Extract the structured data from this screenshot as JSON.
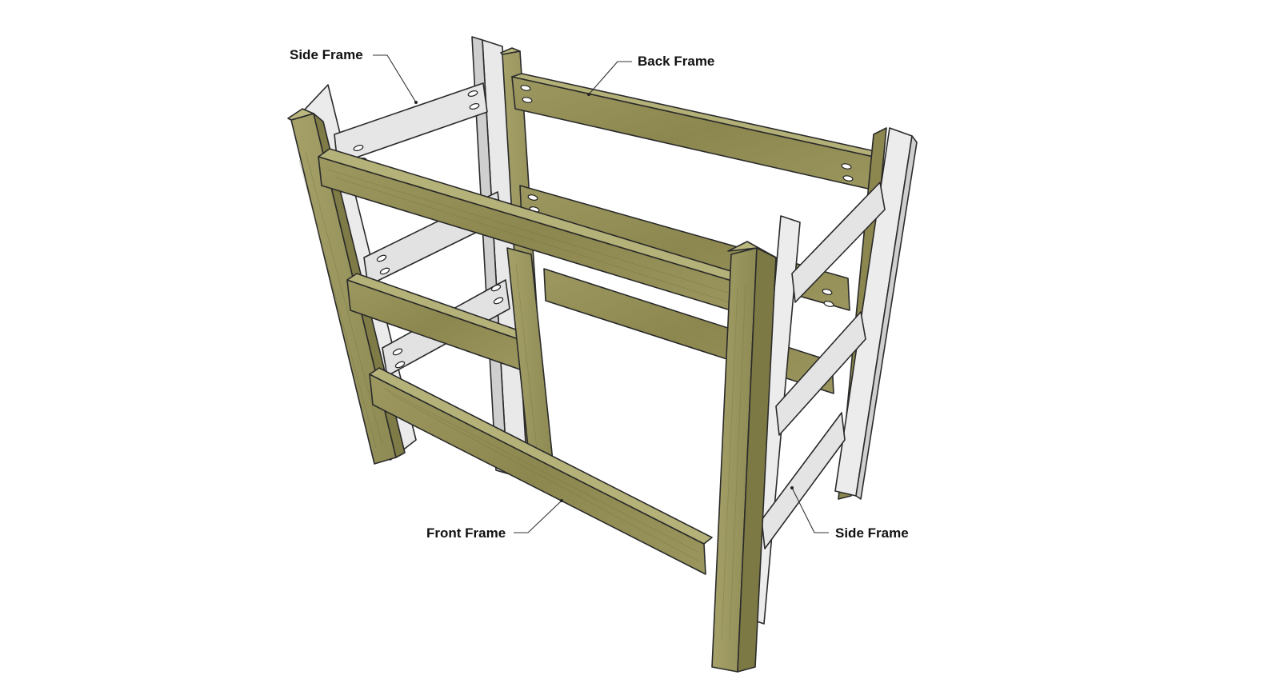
{
  "labels": {
    "side_frame_left": "Side Frame",
    "back_frame": "Back Frame",
    "front_frame": "Front Frame",
    "side_frame_right": "Side Frame"
  },
  "colors": {
    "wood_front": "#8f8a52",
    "wood_top": "#b5b27a",
    "wood_side": "#a4a068",
    "wood_dark": "#7a7544",
    "white_front": "#ececec",
    "white_side": "#d2d2d2",
    "edge": "#2a2a2a"
  }
}
